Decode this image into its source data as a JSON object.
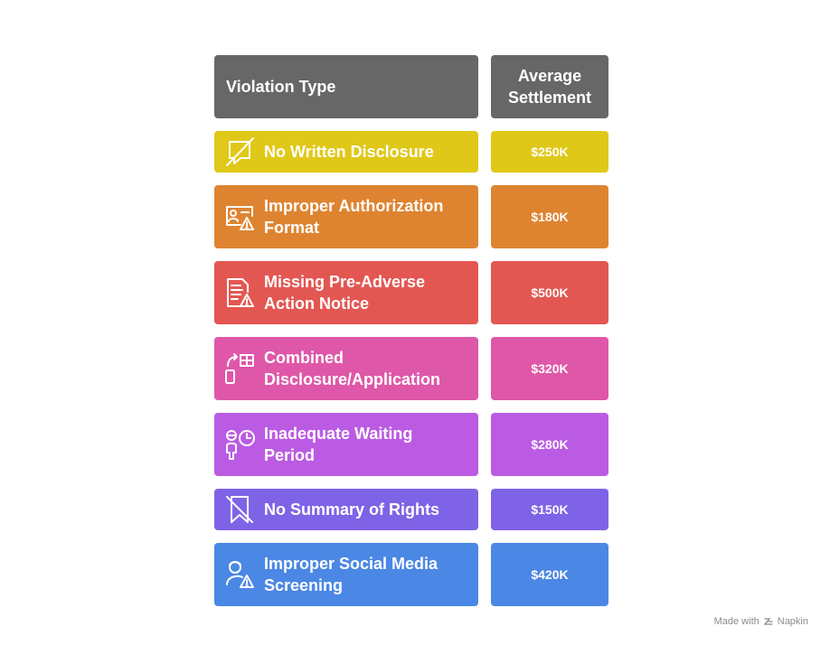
{
  "header": {
    "col1": "Violation Type",
    "col2_line1": "Average",
    "col2_line2": "Settlement"
  },
  "rows": [
    {
      "label_line1": "No Written Disclosure",
      "label_line2": "",
      "value": "$250K",
      "icon": "crossed-document-icon",
      "color": "#E0C818"
    },
    {
      "label_line1": "Improper Authorization",
      "label_line2": "Format",
      "value": "$180K",
      "icon": "id-card-warning-icon",
      "color": "#DE8431"
    },
    {
      "label_line1": "Missing Pre-Adverse",
      "label_line2": "Action Notice",
      "value": "$500K",
      "icon": "document-warning-icon",
      "color": "#E35752"
    },
    {
      "label_line1": "Combined",
      "label_line2": "Disclosure/Application",
      "value": "$320K",
      "icon": "phone-form-icon",
      "color": "#DF57A8"
    },
    {
      "label_line1": "Inadequate Waiting",
      "label_line2": "Period",
      "value": "$280K",
      "icon": "person-clock-icon",
      "color": "#BB5BE3"
    },
    {
      "label_line1": "No Summary of Rights",
      "label_line2": "",
      "value": "$150K",
      "icon": "crossed-bookmark-icon",
      "color": "#7F63E6"
    },
    {
      "label_line1": "Improper Social Media",
      "label_line2": "Screening",
      "value": "$420K",
      "icon": "user-warning-icon",
      "color": "#4B87E4"
    }
  ],
  "footer": {
    "made_with": "Made with",
    "brand": "Napkin"
  }
}
